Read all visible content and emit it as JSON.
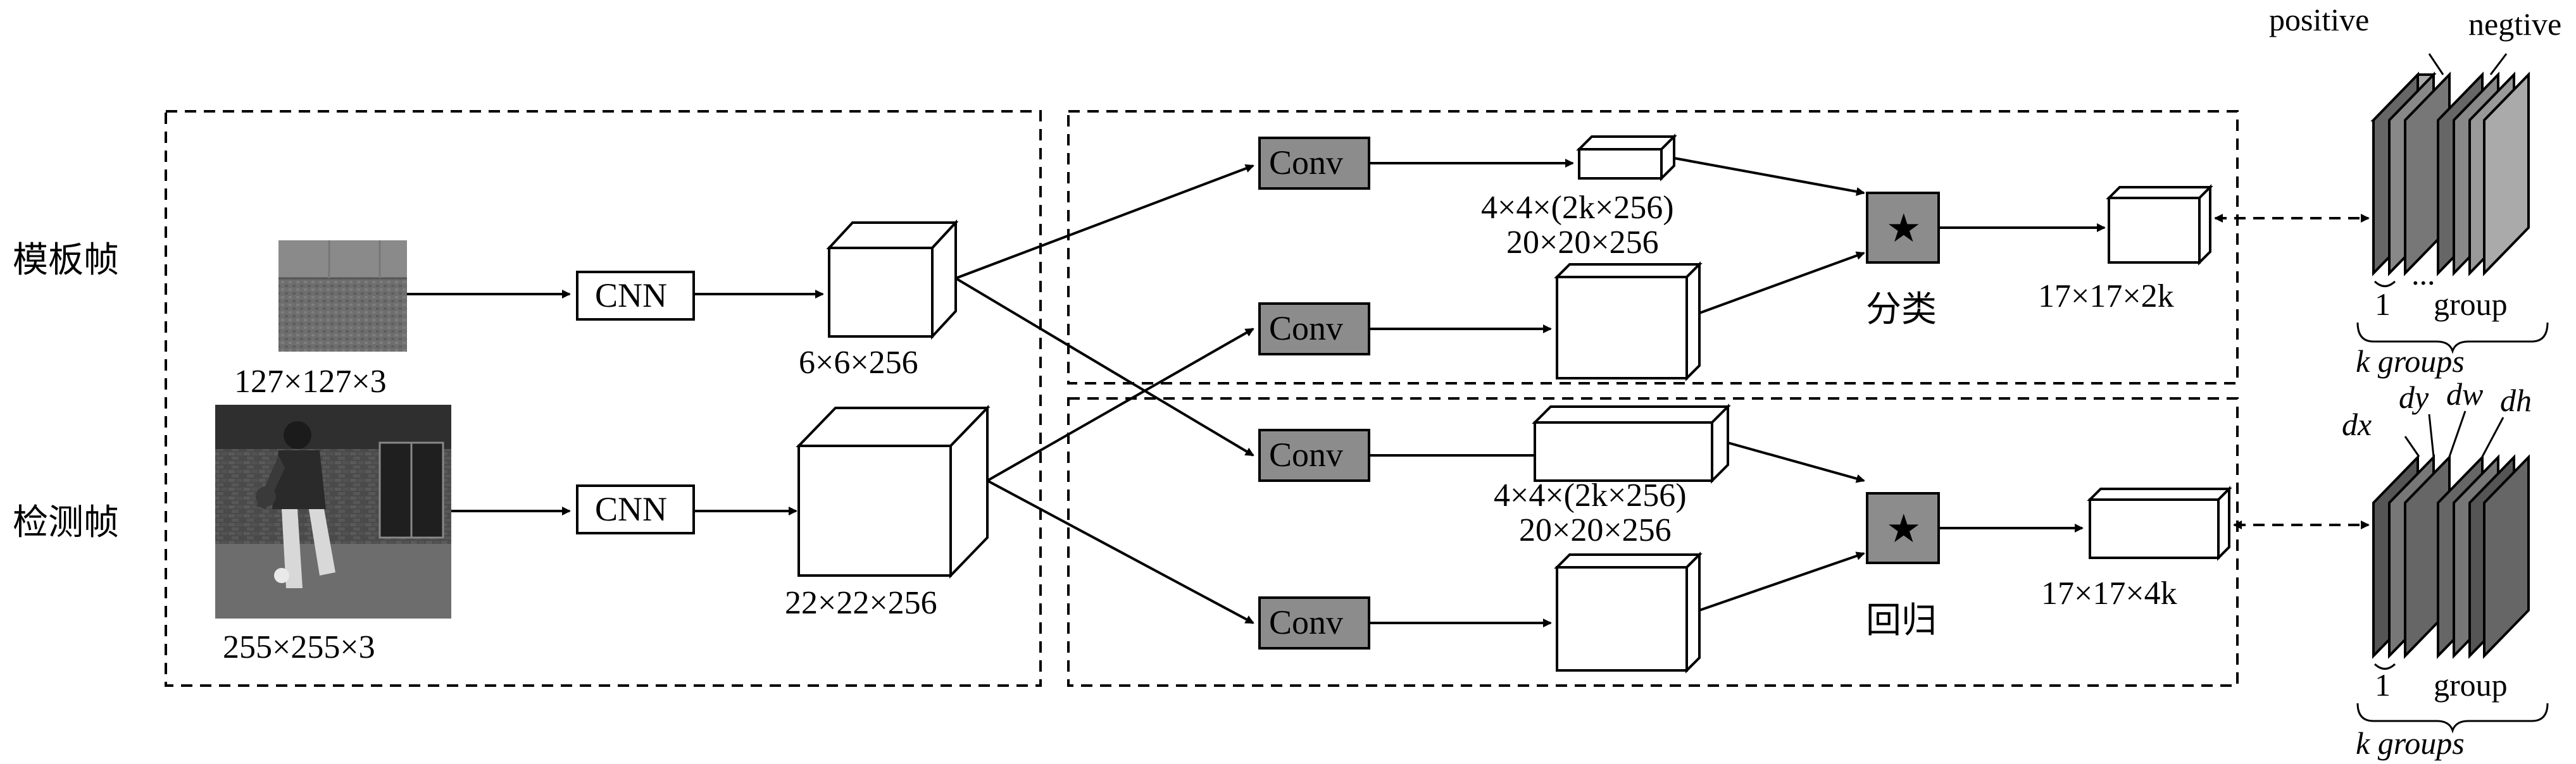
{
  "rows": {
    "template": "模板帧",
    "detection": "检测帧"
  },
  "inputs": {
    "template_size": "127×127×3",
    "detection_size": "255×255×3"
  },
  "cnn": {
    "label": "CNN"
  },
  "features": {
    "template_feat": "6×6×256",
    "detection_feat": "22×22×256"
  },
  "conv": {
    "label": "Conv"
  },
  "branches": {
    "cls_kernel_a": "4×4×(2k×256)",
    "cls_kernel_b": "20×20×256",
    "reg_kernel_a": "4×4×(2k×256)",
    "reg_kernel_b": "20×20×256",
    "cls_name": "分类",
    "reg_name": "回归",
    "cls_out": "17×17×2k",
    "reg_out": "17×17×4k",
    "corr_symbol": "★"
  },
  "legend_top": {
    "positive": "positive",
    "negative": "negtive",
    "one": "1",
    "group": "group",
    "k_groups": "k groups",
    "dots": "..."
  },
  "legend_bottom": {
    "dx": "dx",
    "dy": "dy",
    "dw": "dw",
    "dh": "dh",
    "one": "1",
    "group": "group",
    "k_groups": "k groups"
  }
}
